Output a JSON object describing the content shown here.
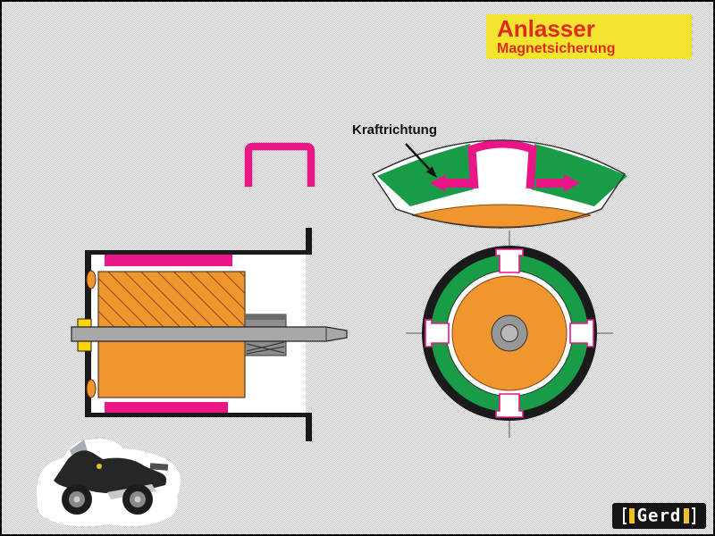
{
  "title_box": {
    "title": "Anlasser",
    "subtitle": "Magnetsicherung"
  },
  "annotation": {
    "force_direction_label": "Kraftrichtung"
  },
  "logo": {
    "text": "Gerd"
  },
  "colors": {
    "title_bg": "#f3e42e",
    "title_text": "#e02a1a",
    "magenta": "#ea1688",
    "green": "#189c47",
    "orange": "#f0962e",
    "hatch_brown": "#8a4713",
    "bearing_yellow": "#ffd400",
    "shaft_gray": "#a8a8a8",
    "pinion_gray": "#8d8d8d",
    "pinion_dark": "#6a6a6a",
    "housing_black": "#1a1a1a",
    "logo_bg": "#141414",
    "logo_accent": "#f0c028"
  }
}
